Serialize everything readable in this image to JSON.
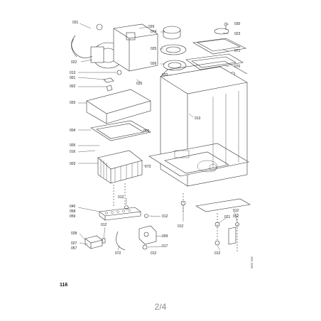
{
  "sheet": {
    "page_number": "116",
    "side_code": "5697 035"
  },
  "pager": {
    "text": "2/4"
  },
  "labels": [
    {
      "id": "p031",
      "text": "031"
    },
    {
      "id": "p029",
      "text": "029"
    },
    {
      "id": "p074",
      "text": "074"
    },
    {
      "id": "p030",
      "text": "030"
    },
    {
      "id": "p023",
      "text": "023"
    },
    {
      "id": "p025",
      "text": "025"
    },
    {
      "id": "p071",
      "text": "071"
    },
    {
      "id": "p022",
      "text": "022"
    },
    {
      "id": "p026",
      "text": "026"
    },
    {
      "id": "p070",
      "text": "070"
    },
    {
      "id": "p013a",
      "text": "013"
    },
    {
      "id": "p001",
      "text": "001"
    },
    {
      "id": "p033",
      "text": "033"
    },
    {
      "id": "p002",
      "text": "002"
    },
    {
      "id": "p035",
      "text": "035"
    },
    {
      "id": "p020",
      "text": "020"
    },
    {
      "id": "p013b",
      "text": "013"
    },
    {
      "id": "p004",
      "text": "004"
    },
    {
      "id": "p006",
      "text": "006"
    },
    {
      "id": "p005",
      "text": "005"
    },
    {
      "id": "p016",
      "text": "016"
    },
    {
      "id": "p003",
      "text": "003"
    },
    {
      "id": "p073",
      "text": "073"
    },
    {
      "id": "p012a",
      "text": "012"
    },
    {
      "id": "p040",
      "text": "040"
    },
    {
      "id": "p058",
      "text": "058"
    },
    {
      "id": "p059",
      "text": "059"
    },
    {
      "id": "p012b",
      "text": "012"
    },
    {
      "id": "p012c",
      "text": "012"
    },
    {
      "id": "p021",
      "text": "021"
    },
    {
      "id": "p012d",
      "text": "012"
    },
    {
      "id": "p012e",
      "text": "012"
    },
    {
      "id": "p012f",
      "text": "012"
    },
    {
      "id": "p028",
      "text": "028"
    },
    {
      "id": "p012g",
      "text": "012"
    },
    {
      "id": "p009",
      "text": "009"
    },
    {
      "id": "p027",
      "text": "027"
    },
    {
      "id": "p057",
      "text": "057"
    },
    {
      "id": "p017",
      "text": "017"
    },
    {
      "id": "p072",
      "text": "072"
    },
    {
      "id": "p012h",
      "text": "012"
    }
  ],
  "colors": {
    "line": "#333333",
    "fill": "#ffffff",
    "shade": "#d9d9d9",
    "pager_text": "#8a8a8a"
  }
}
